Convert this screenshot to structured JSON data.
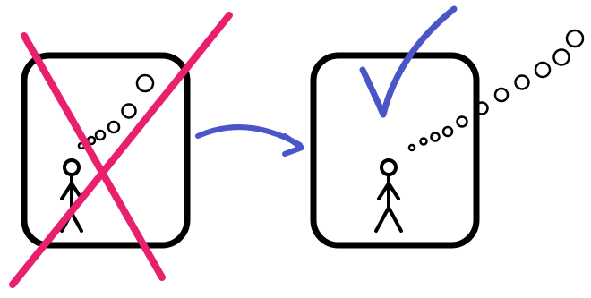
{
  "diagram": {
    "panels": [
      {
        "id": "incorrect",
        "mark": "cross",
        "mark_color": "#e8206e",
        "figure": "stick-figure",
        "thought_bubbles": "inside-box"
      },
      {
        "id": "correct",
        "mark": "checkmark",
        "mark_color": "#4a55c8",
        "figure": "stick-figure",
        "thought_bubbles": "extending-outside-box"
      }
    ],
    "connector": {
      "type": "curved-arrow",
      "direction": "left-to-right",
      "color": "#4a55c8"
    },
    "colors": {
      "outline": "#000000",
      "background": "#ffffff"
    }
  }
}
